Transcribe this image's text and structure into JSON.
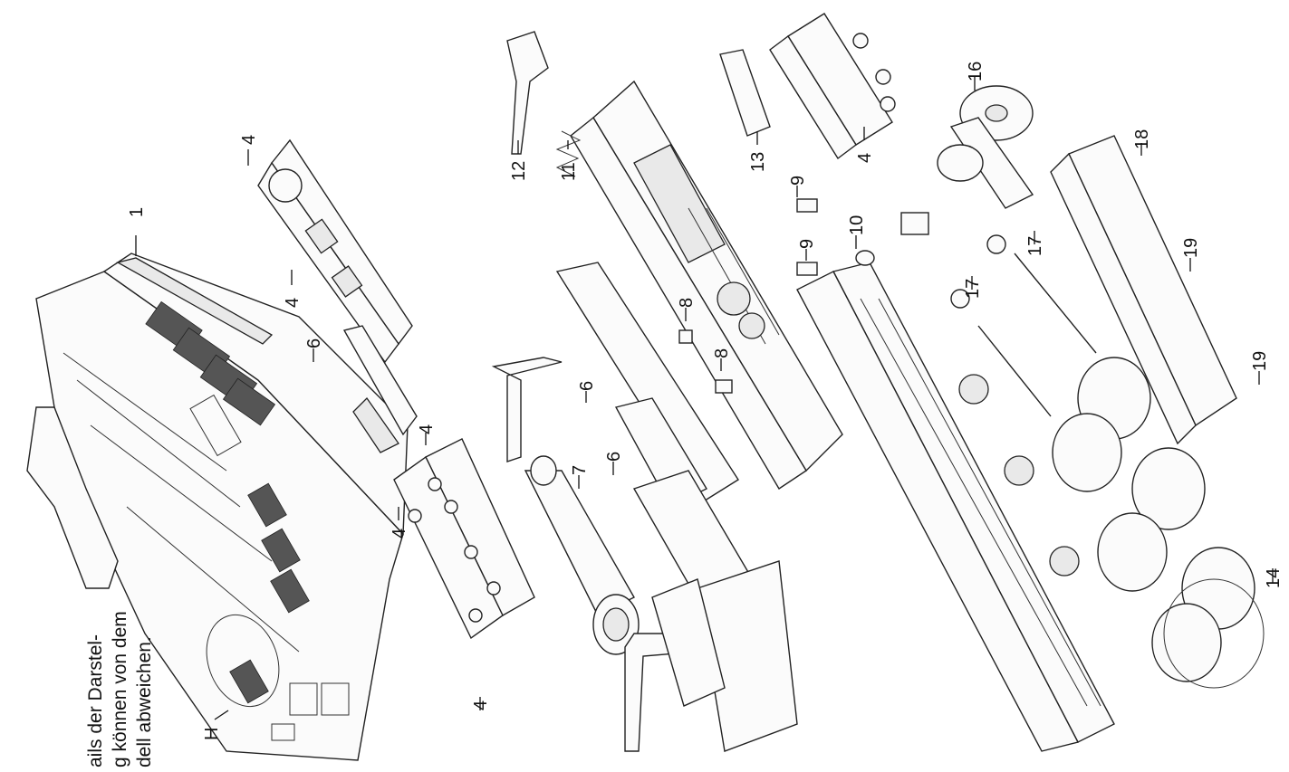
{
  "note": {
    "lines": [
      "ails der Darstel-",
      "g können von dem",
      "dell abweichen."
    ]
  },
  "callouts": {
    "c1": "1",
    "H": "H",
    "c4a": "4",
    "c4b": "4",
    "c4c": "4",
    "c4d": "4",
    "c4e": "4",
    "c4f": "4",
    "c6a": "6",
    "c6b": "6",
    "c6c": "6",
    "c7": "7",
    "c8a": "8",
    "c8b": "8",
    "c9a": "9",
    "c9b": "9",
    "c10": "10",
    "c11": "11",
    "c12": "12",
    "c13": "13",
    "c14": "14",
    "c16": "16",
    "c17a": "17",
    "c17b": "17",
    "c18": "18",
    "c19a": "19",
    "c19b": "19"
  }
}
